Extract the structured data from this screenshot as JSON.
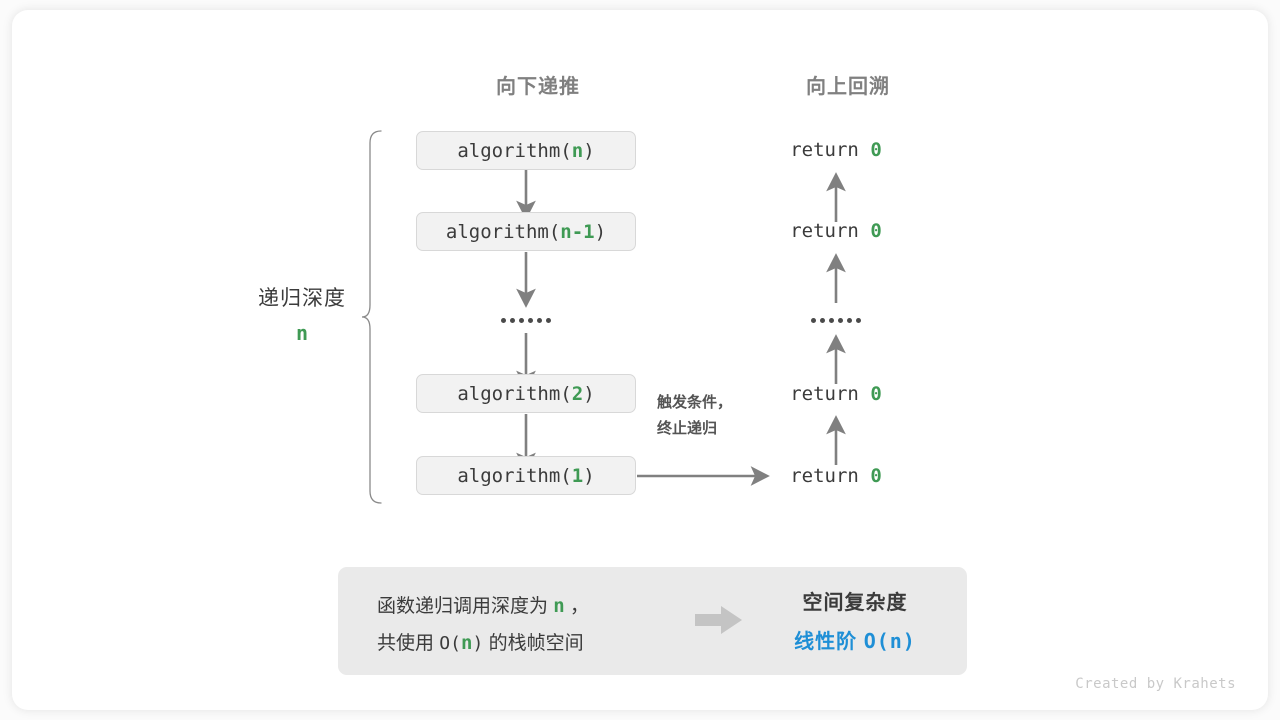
{
  "headers": {
    "left": "向下递推",
    "right": "向上回溯"
  },
  "depth": {
    "label": "递归深度",
    "value": "n"
  },
  "call_stack": [
    {
      "prefix": "algorithm(",
      "arg": "n",
      "suffix": ")"
    },
    {
      "prefix": "algorithm(",
      "arg": "n-1",
      "suffix": ")"
    },
    {
      "prefix": "algorithm(",
      "arg": "2",
      "suffix": ")"
    },
    {
      "prefix": "algorithm(",
      "arg": "1",
      "suffix": ")"
    }
  ],
  "returns": [
    {
      "keyword": "return",
      "value": "0"
    },
    {
      "keyword": "return",
      "value": "0"
    },
    {
      "keyword": "return",
      "value": "0"
    },
    {
      "keyword": "return",
      "value": "0"
    }
  ],
  "ellipsis_dots": 6,
  "trigger_note": {
    "line1": "触发条件，",
    "line2": "终止递归"
  },
  "summary": {
    "left_line1_a": "函数递归调用深度为",
    "left_line1_n": "n",
    "left_line1_b": "，",
    "left_line2_a": "共使用",
    "left_line2_o": "O(",
    "left_line2_n": "n",
    "left_line2_c": ")",
    "left_line2_b": "的栈帧空间",
    "title": "空间复杂度",
    "value_text": "线性阶",
    "value_mono": "O(n)"
  },
  "credit": "Created by Krahets",
  "colors": {
    "green": "#3f9a54",
    "blue": "#1f8fd6",
    "gray_text": "#3b3b3b",
    "header_gray": "#808080",
    "box_fill": "#f2f2f2",
    "box_border": "#d8d8d8",
    "panel_fill": "#eaeaea",
    "arrow_gray": "#808080",
    "brace_gray": "#8a8a8a",
    "block_arrow": "#c4c4c4"
  }
}
